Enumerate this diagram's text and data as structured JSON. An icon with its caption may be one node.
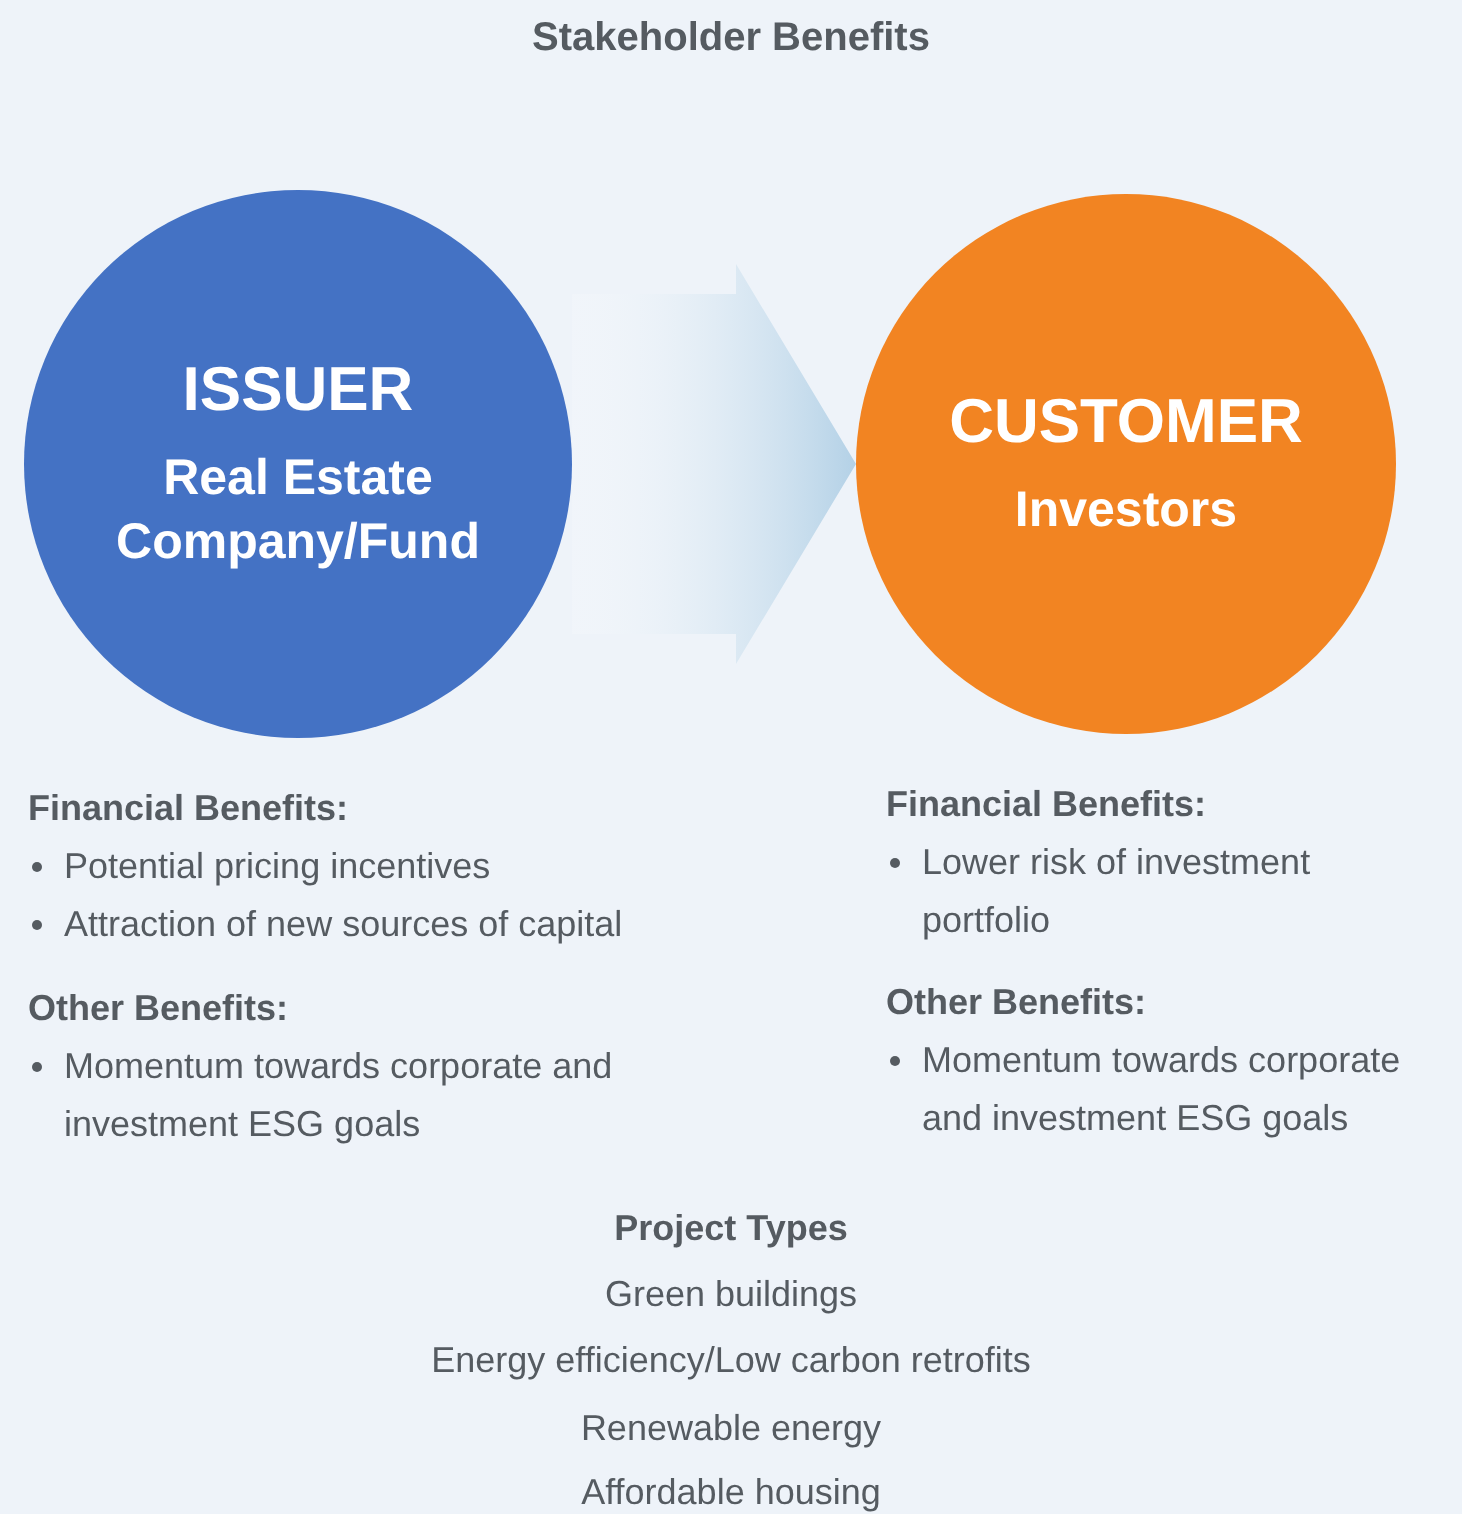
{
  "diagram": {
    "title": "Stakeholder Benefits",
    "nodes": [
      {
        "text": [
          "ISSUER",
          "Real Estate Company/Fund"
        ]
      },
      {
        "text": [
          "CUSTOMER",
          "Investors"
        ]
      }
    ],
    "edges": [
      {
        "from": 0,
        "to": 1,
        "arrow": "to"
      }
    ],
    "labels": [
      "Financial Benefits:",
      "Potential pricing incentives",
      "Attraction of new sources of capital",
      "Other Benefits:",
      "Momentum towards corporate and investment ESG goals",
      "Financial Benefits:",
      "Lower risk of investment portfolio",
      "Other Benefits:",
      "Momentum towards corporate and investment ESG goals",
      "Project Types",
      "Green buildings",
      "Energy efficiency/Low carbon retrofits",
      "Renewable energy",
      "Affordable housing"
    ]
  }
}
